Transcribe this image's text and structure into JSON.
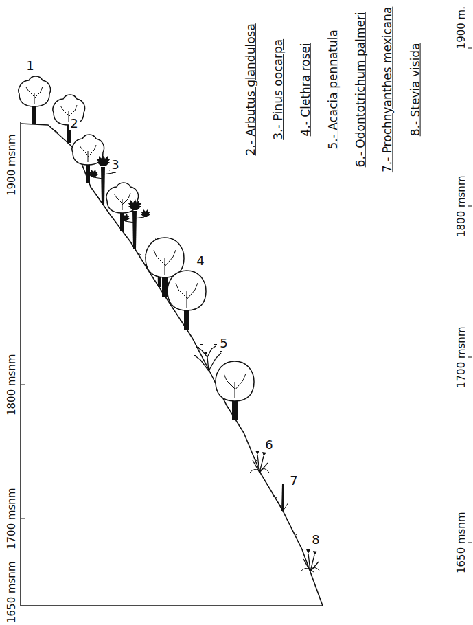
{
  "diagram": {
    "labels": [
      "1900 msnm",
      "1800 msnm",
      "1700 msnm",
      "1650 msnm",
      "2.- Arbutus glandulosa",
      "3.- Pinus oocarpa",
      "4.- Clethra rosei",
      "5.- Acacia pennatula",
      "6.- Odontotrichum palmeri",
      "7.- Prochnyanthes mexicana",
      "8.- Stevia visida",
      "1900 m.",
      "1800 msnm",
      "1700 msnm",
      "1650 msnm",
      "1",
      "2",
      "3",
      "4",
      "5",
      "6",
      "7",
      "8"
    ]
  }
}
